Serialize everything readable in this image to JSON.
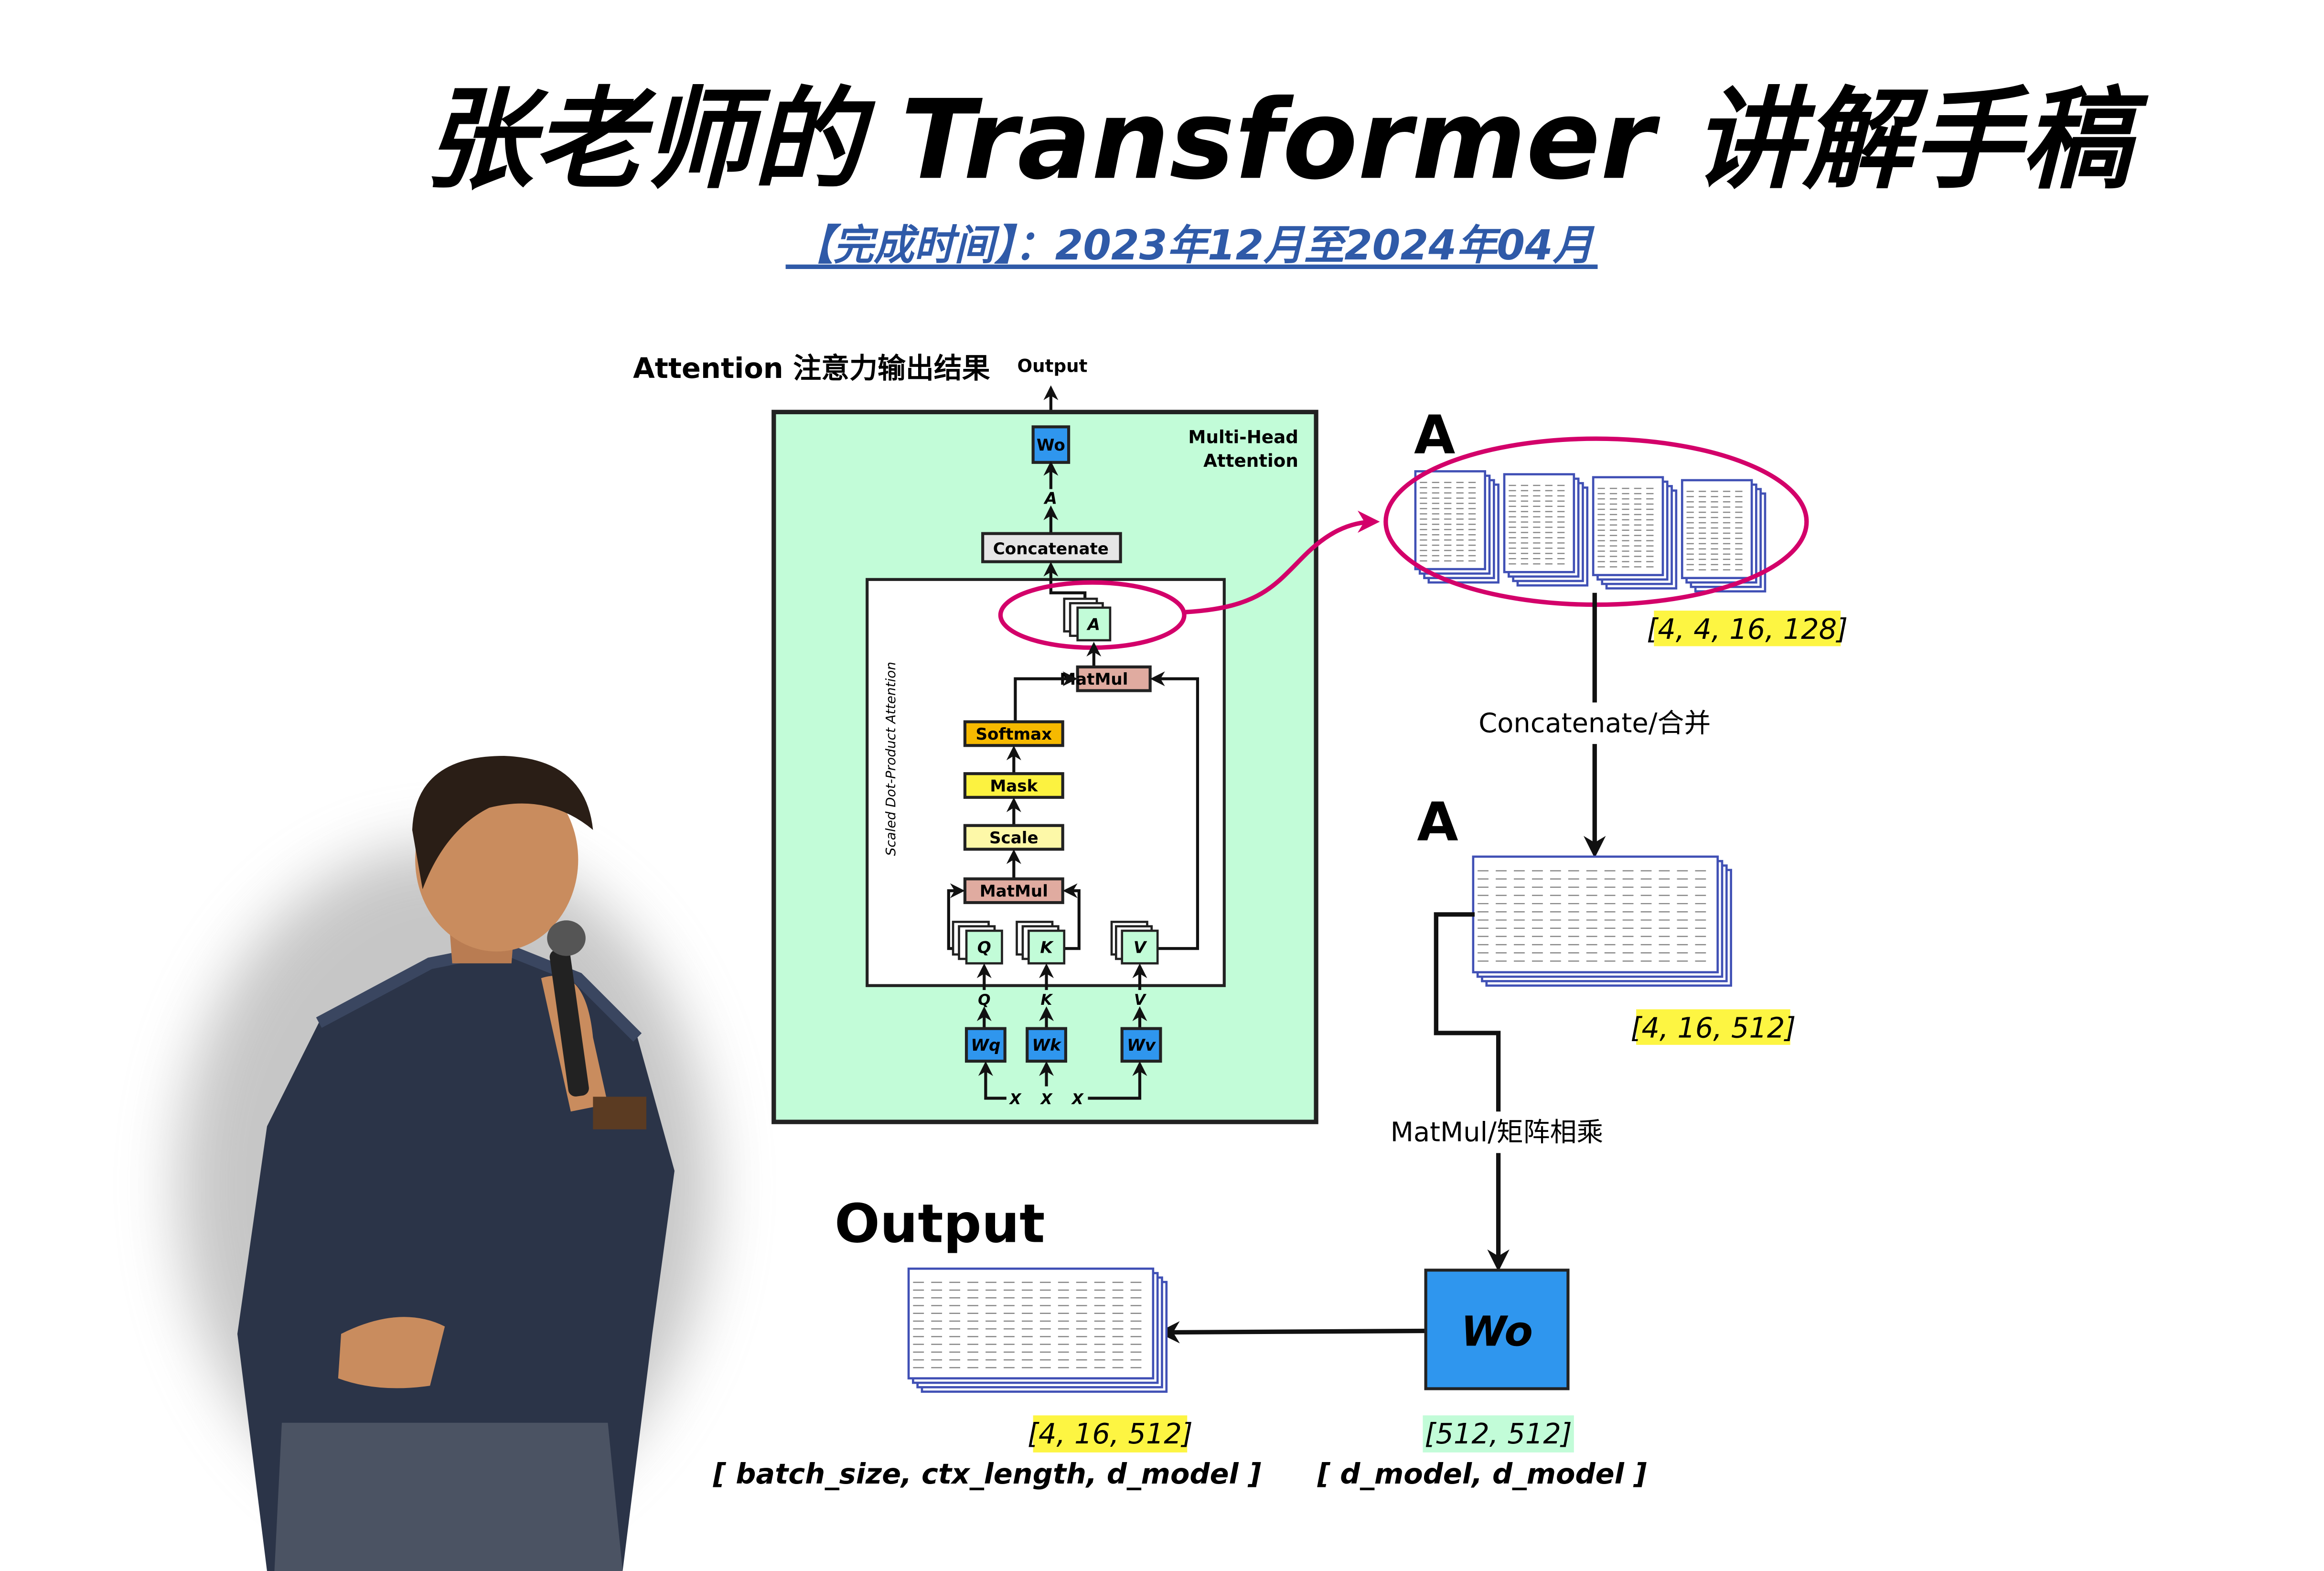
{
  "title": "张老师的 Transformer 讲解手稿",
  "subtitle": "【完成时间】：2023年12月至2024年04月",
  "left_diagram": {
    "heading": "Attention 注意力输出结果",
    "output_label": "Output",
    "box_title_line1": "Multi-Head",
    "box_title_line2": "Attention",
    "wo": "Wo",
    "a_label": "A",
    "concatenate": "Concatenate",
    "inner_title": "Scaled Dot-Product Attention",
    "a_box": "A",
    "matmul_top": "MatMul",
    "softmax": "Softmax",
    "mask": "Mask",
    "scale": "Scale",
    "matmul_bottom": "MatMul",
    "q": "Q",
    "k": "K",
    "v": "V",
    "wq": "Wq",
    "wk": "Wk",
    "wv": "Wv",
    "x": "X"
  },
  "right_diagram": {
    "a_top": "A",
    "shape_a_split": "[4, 4, 16, 128]",
    "concat_label": "Concatenate/合并",
    "a_mid": "A",
    "shape_a_concat": "[4, 16, 512]",
    "matmul_label": "MatMul/矩阵相乘",
    "wo": "Wo",
    "output_title": "Output",
    "shape_output": "[4, 16, 512]",
    "output_dims": "[ batch_size, ctx_length, d_model ]",
    "shape_wo": "[512, 512]",
    "wo_dims": "[ d_model, d_model ]"
  },
  "colors": {
    "mha_bg": "#c2fcd8",
    "blue_box": "#2f96ee",
    "matmul": "#e0aba0",
    "softmax": "#f6b900",
    "mask": "#fcf240",
    "scale": "#fdf8a8",
    "highlight": "#d3006a",
    "subtitle": "#2f5aa8",
    "shape_yellow": "#fdf542",
    "matrix_border": "#4050b5"
  }
}
